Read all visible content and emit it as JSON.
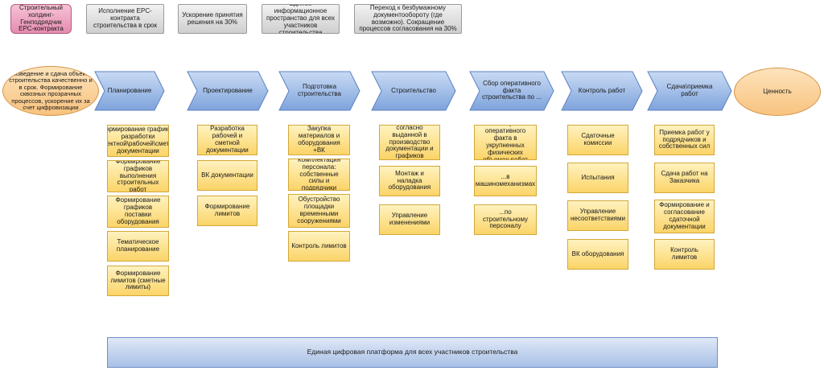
{
  "top_boxes": {
    "holding": "Строительный холдинг- Генподрядчик EPC-контракта",
    "epc": "Исполнение EPC-контракта строительства в срок",
    "speed": "Ускорение принятия решения на 30%",
    "info_space": "Единое информационное пространство для всех участников строительства",
    "paperless": "Переход к безбумажному документообороту (где возможно). Сокращение процессов согласования на 30%"
  },
  "goal_ellipse": "Возведение и сдача объекта строительства качественно и в срок. Формирование сквозных прозрачных процессов, ускорение их за счет цифровизации",
  "value_ellipse": "Ценность",
  "stages": [
    {
      "label": "Планирование",
      "tasks": [
        "Формирование графиков разработки проектной\\рабочей\\сметной документации",
        "Формирование графиков выполнения строительных работ",
        "Формирование графиков поставки оборудования",
        "Тематическое планирование",
        "Формирование лимитов (сметные лимиты)"
      ]
    },
    {
      "label": "Проектирование",
      "tasks": [
        "Разработка рабочей и сметной документации",
        "ВК документации",
        "Формирование лимитов"
      ]
    },
    {
      "label": "Подготовка строительства",
      "tasks": [
        "Закупка материалов и оборудования +ВК",
        "Комплектация персонала: собственные силы и подрядчики",
        "Обустройство площадки временными сооружениями",
        "Контроль лимитов"
      ]
    },
    {
      "label": "Строительство",
      "tasks": [
        "Строительство, согласно выданной в производство документации и графиков строительства",
        "Монтаж и наладка оборудования",
        "Управление изменениями"
      ]
    },
    {
      "label": "Сбор оперативного факта строительства по ...",
      "tasks": [
        "Сбор оперативного факта в укрупненных физических объемах работ",
        "...в машиномеханизмах",
        "...по строительному персоналу"
      ]
    },
    {
      "label": "Контроль работ",
      "tasks": [
        "Сдаточные комиссии",
        "Испытания",
        "Управление несоответствиями",
        "ВК оборудования"
      ]
    },
    {
      "label": "Сдача\\приемка работ",
      "tasks": [
        "Приемка работ у подрядчиков и собственных сил",
        "Сдача работ на Заказчика",
        "Формирование и согласование сдаточной документации",
        "Контроль лимитов"
      ]
    }
  ],
  "platform": "Единая цифровая платформа для всех участников строительства"
}
